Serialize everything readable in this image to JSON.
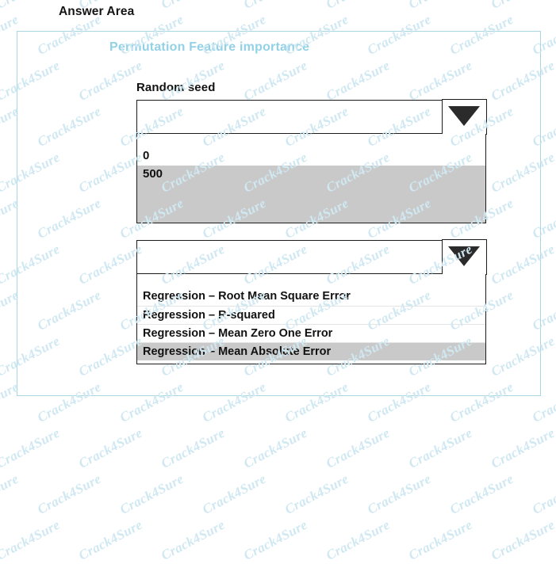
{
  "page": {
    "answer_area_label": "Answer Area",
    "module_title": "Permutation Feature importance",
    "colors": {
      "frame_border": "#a8d6e3",
      "module_title": "#93d1e6",
      "highlight": "#c9c9c9",
      "control_border": "#1c1c1c",
      "watermark": "#cfe8f2"
    },
    "watermark_text": "Crack4Sure"
  },
  "controls": [
    {
      "name": "random-seed",
      "label": "Random seed",
      "selected_value": "",
      "arrow_icon": "chevron-down-icon",
      "options": [
        {
          "label": "0",
          "selected": false
        },
        {
          "label": "500",
          "selected": true
        }
      ]
    },
    {
      "name": "metric",
      "label": "",
      "selected_value": "",
      "arrow_icon": "chevron-down-icon",
      "options": [
        {
          "label": "Regression – Root Mean Square Error",
          "selected": false
        },
        {
          "label": "Regression – R-squared",
          "selected": false
        },
        {
          "label": "Regression – Mean Zero One Error",
          "selected": false
        },
        {
          "label": "Regression – Mean Absolute Error",
          "selected": true
        }
      ]
    }
  ]
}
